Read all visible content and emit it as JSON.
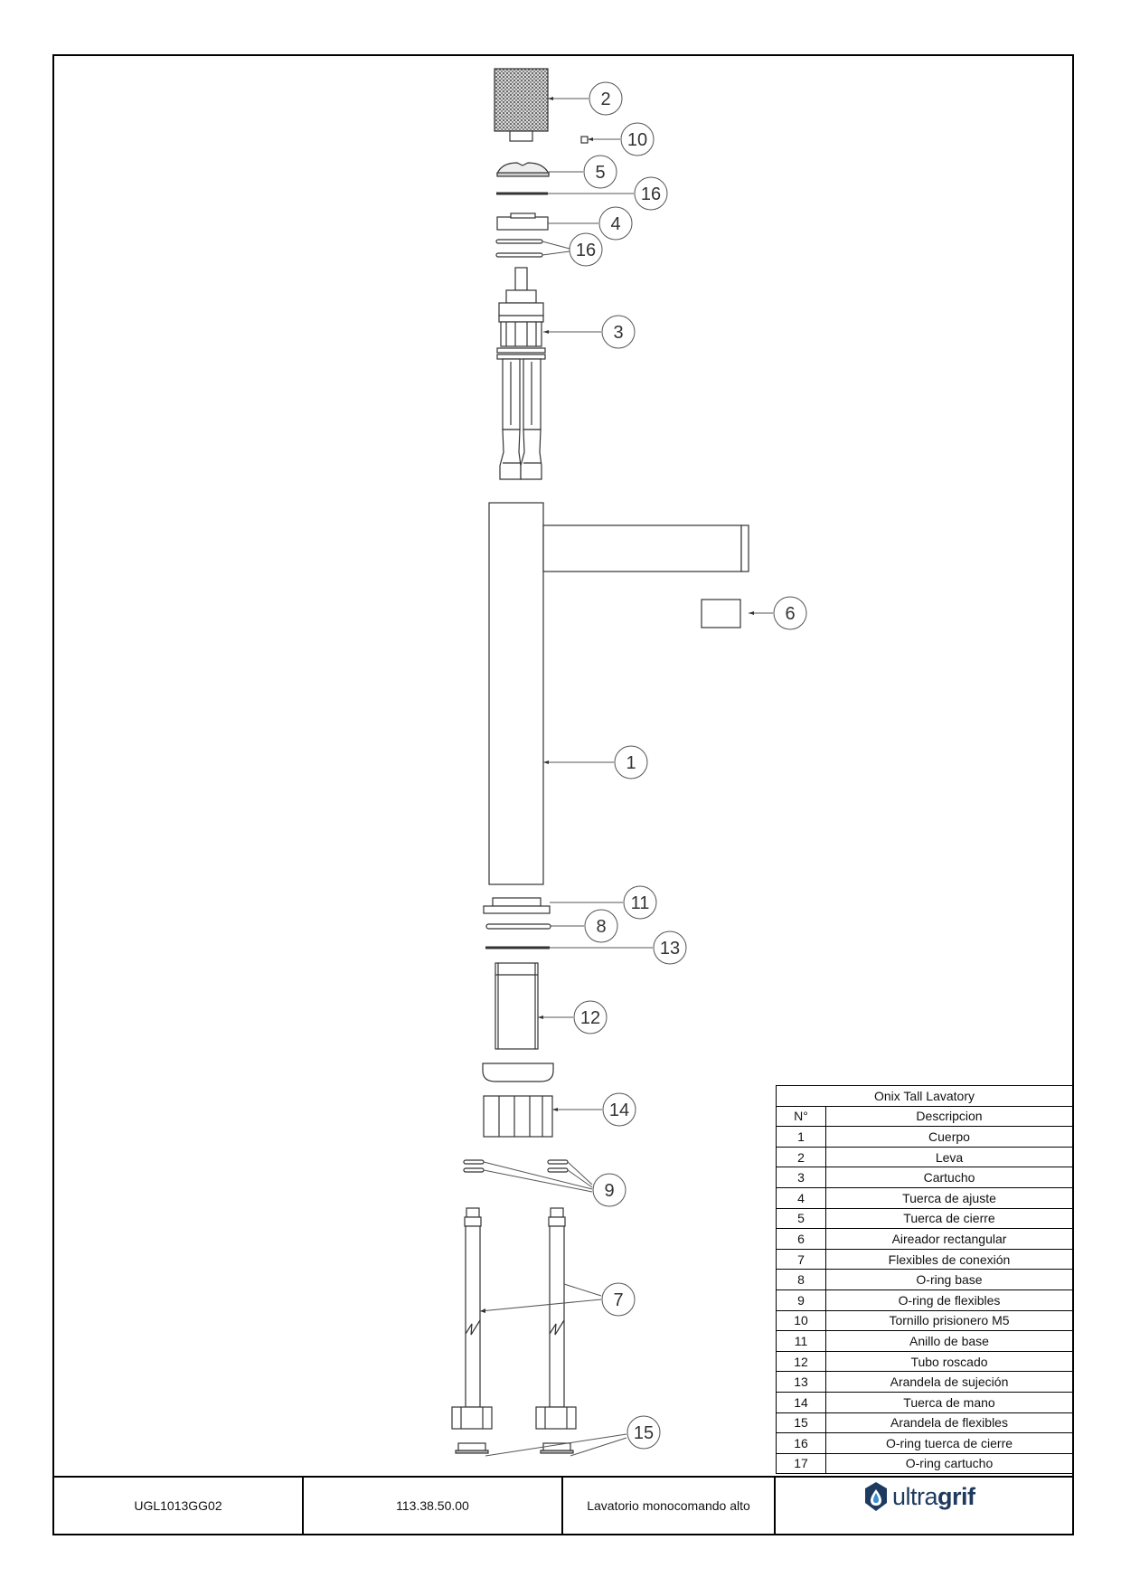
{
  "drawing": {
    "callouts": [
      {
        "id": "c2",
        "label": "2"
      },
      {
        "id": "c10",
        "label": "10"
      },
      {
        "id": "c5",
        "label": "5"
      },
      {
        "id": "c16a",
        "label": "16"
      },
      {
        "id": "c4",
        "label": "4"
      },
      {
        "id": "c16b",
        "label": "16"
      },
      {
        "id": "c3",
        "label": "3"
      },
      {
        "id": "c6",
        "label": "6"
      },
      {
        "id": "c1",
        "label": "1"
      },
      {
        "id": "c11",
        "label": "11"
      },
      {
        "id": "c8",
        "label": "8"
      },
      {
        "id": "c13",
        "label": "13"
      },
      {
        "id": "c12",
        "label": "12"
      },
      {
        "id": "c14",
        "label": "14"
      },
      {
        "id": "c9",
        "label": "9"
      },
      {
        "id": "c7",
        "label": "7"
      },
      {
        "id": "c15",
        "label": "15"
      }
    ]
  },
  "parts_table": {
    "title": "Onix Tall Lavatory",
    "col_num": "N°",
    "col_desc": "Descripcion",
    "rows": [
      {
        "n": "1",
        "desc": "Cuerpo"
      },
      {
        "n": "2",
        "desc": "Leva"
      },
      {
        "n": "3",
        "desc": "Cartucho"
      },
      {
        "n": "4",
        "desc": "Tuerca de ajuste"
      },
      {
        "n": "5",
        "desc": "Tuerca de cierre"
      },
      {
        "n": "6",
        "desc": "Aireador rectangular"
      },
      {
        "n": "7",
        "desc": "Flexibles de conexión"
      },
      {
        "n": "8",
        "desc": "O-ring base"
      },
      {
        "n": "9",
        "desc": "O-ring de flexibles"
      },
      {
        "n": "10",
        "desc": "Tornillo prisionero M5"
      },
      {
        "n": "11",
        "desc": "Anillo de base"
      },
      {
        "n": "12",
        "desc": "Tubo roscado"
      },
      {
        "n": "13",
        "desc": "Arandela de sujeción"
      },
      {
        "n": "14",
        "desc": "Tuerca de mano"
      },
      {
        "n": "15",
        "desc": "Arandela de flexibles"
      },
      {
        "n": "16",
        "desc": "O-ring tuerca de cierre"
      },
      {
        "n": "17",
        "desc": "O-ring cartucho"
      }
    ]
  },
  "title_block": {
    "drawing_code": "UGL1013GG02",
    "part_number": "113.38.50.00",
    "description": "Lavatorio monocomando alto",
    "brand_light": "ultra",
    "brand_bold": "grif",
    "brand_color": "#1e3a5f"
  }
}
